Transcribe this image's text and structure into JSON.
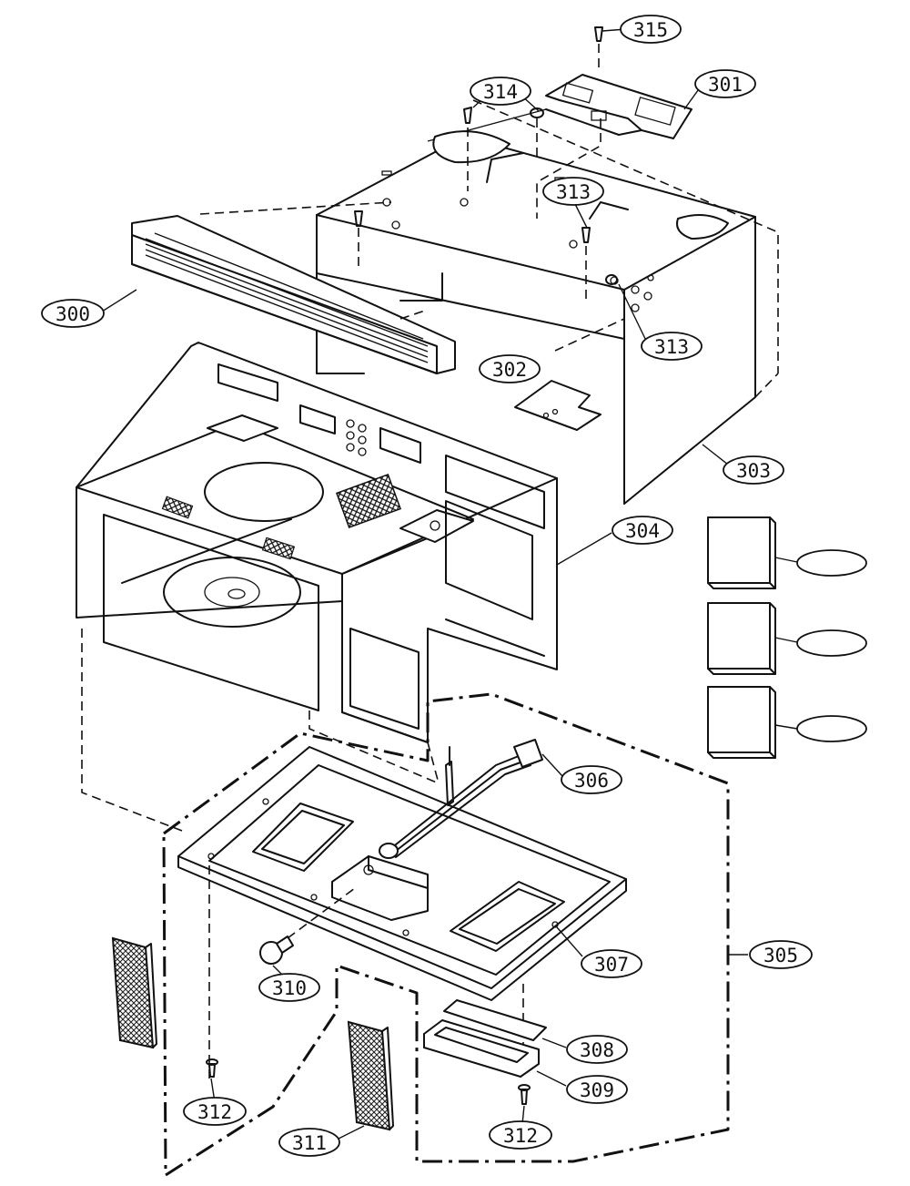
{
  "diagram": {
    "callouts": [
      {
        "id": "c315",
        "label": "315"
      },
      {
        "id": "c301",
        "label": "301"
      },
      {
        "id": "c314",
        "label": "314"
      },
      {
        "id": "c313a",
        "label": "313"
      },
      {
        "id": "c313b",
        "label": "313"
      },
      {
        "id": "c300",
        "label": "300"
      },
      {
        "id": "c302",
        "label": "302"
      },
      {
        "id": "c303",
        "label": "303"
      },
      {
        "id": "c304",
        "label": "304"
      },
      {
        "id": "c306",
        "label": "306"
      },
      {
        "id": "c307",
        "label": "307"
      },
      {
        "id": "c305",
        "label": "305"
      },
      {
        "id": "c310",
        "label": "310"
      },
      {
        "id": "c308",
        "label": "308"
      },
      {
        "id": "c309",
        "label": "309"
      },
      {
        "id": "c312a",
        "label": "312"
      },
      {
        "id": "c312b",
        "label": "312"
      },
      {
        "id": "c311",
        "label": "311"
      },
      {
        "id": "blank1",
        "label": ""
      },
      {
        "id": "blank2",
        "label": ""
      },
      {
        "id": "blank3",
        "label": ""
      }
    ]
  }
}
